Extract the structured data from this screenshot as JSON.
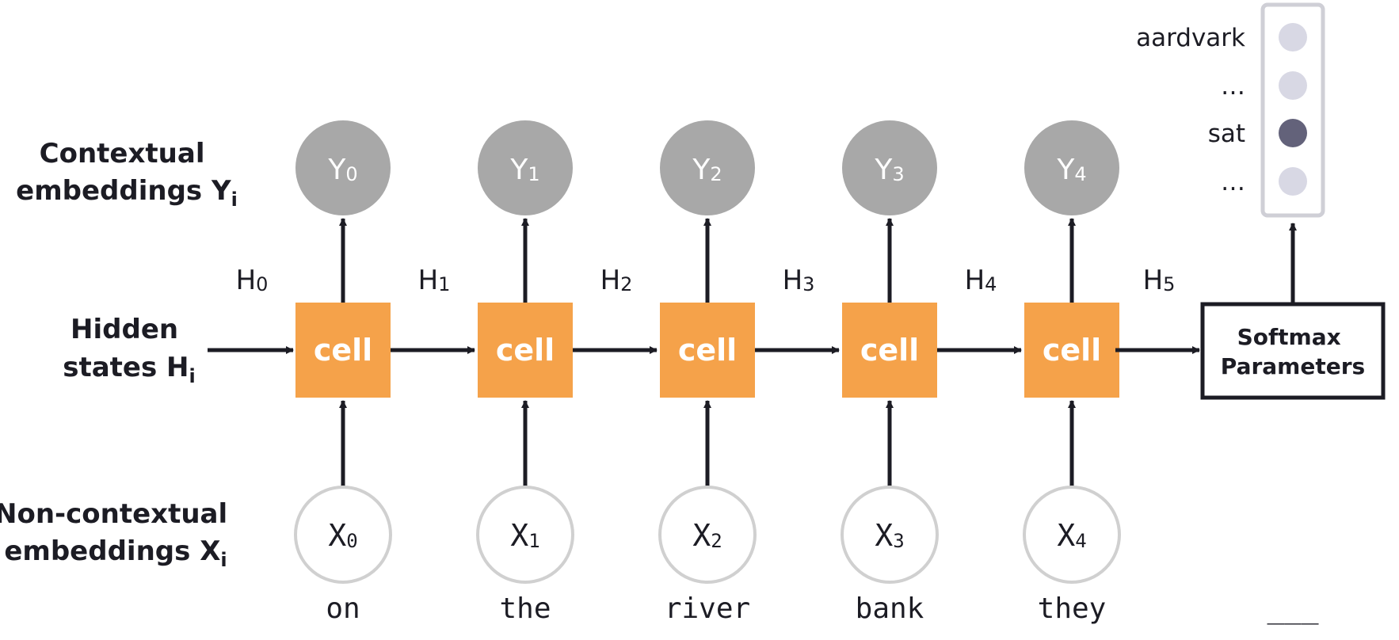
{
  "row_labels": {
    "contextual": {
      "line1": "Contextual",
      "line2": "embeddings Y",
      "sub": "i"
    },
    "hidden": {
      "line1": "Hidden",
      "line2": "states H",
      "sub": "i"
    },
    "noncontextual": {
      "line1": "Non-contextual",
      "line2": "embeddings X",
      "sub": "i"
    }
  },
  "steps": [
    {
      "y_label": "Y",
      "y_sub": "0",
      "h_label": "H",
      "h_sub": "0",
      "cell_label": "cell",
      "x_label": "X",
      "x_sub": "0",
      "word": "on"
    },
    {
      "y_label": "Y",
      "y_sub": "1",
      "h_label": "H",
      "h_sub": "1",
      "cell_label": "cell",
      "x_label": "X",
      "x_sub": "1",
      "word": "the"
    },
    {
      "y_label": "Y",
      "y_sub": "2",
      "h_label": "H",
      "h_sub": "2",
      "cell_label": "cell",
      "x_label": "X",
      "x_sub": "2",
      "word": "river"
    },
    {
      "y_label": "Y",
      "y_sub": "3",
      "h_label": "H",
      "h_sub": "3",
      "cell_label": "cell",
      "x_label": "X",
      "x_sub": "3",
      "word": "bank"
    },
    {
      "y_label": "Y",
      "y_sub": "4",
      "h_label": "H",
      "h_sub": "4",
      "cell_label": "cell",
      "x_label": "X",
      "x_sub": "4",
      "word": "they"
    }
  ],
  "final_hidden": {
    "label": "H",
    "sub": "5"
  },
  "softmax": {
    "line1": "Softmax",
    "line2": "Parameters"
  },
  "prediction_blank": "___",
  "vocab": [
    {
      "word": "aardvark",
      "selected": false
    },
    {
      "word": "…",
      "selected": false
    },
    {
      "word": "sat",
      "selected": true
    },
    {
      "word": "…",
      "selected": false
    }
  ],
  "colors": {
    "cell": "#f5a24a",
    "y_node": "#a8a8a8",
    "x_node_stroke": "#d0d0d0",
    "arrow": "#1c1c24",
    "vocab_box": "#cfcfd6",
    "vocab_dot": "#d8d8e4",
    "vocab_dot_selected": "#63627a"
  }
}
